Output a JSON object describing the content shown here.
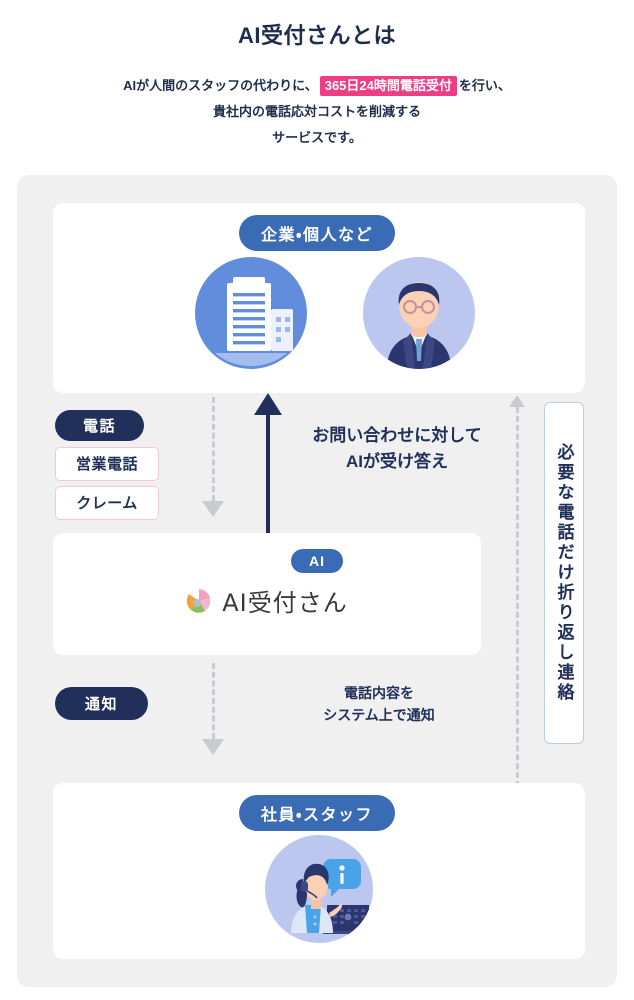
{
  "header": {
    "title": "AI受付さんとは",
    "lead_before": "AIが人間のスタッフの代わりに、",
    "lead_highlight": "365日24時間電話受付",
    "lead_after": "を行い、",
    "lead_line2": "貴社内の電話応対コストを削減する",
    "lead_line3": "サービスです。"
  },
  "diagram": {
    "top_card": {
      "badge": "企業・個人など",
      "icons": [
        "building-icon",
        "businessman-icon"
      ]
    },
    "phone_group": {
      "badge": "電話",
      "chips": [
        "営業電話",
        "クレーム"
      ]
    },
    "main_caption_line1": "お問い合わせに対して",
    "main_caption_line2": "AIが受け答え",
    "ai_card": {
      "badge": "AI",
      "logo_text": "AI受付さん",
      "logo_mark": "flower-logo-icon"
    },
    "notify_group": {
      "badge": "通知",
      "caption_line1": "電話内容を",
      "caption_line2": "システム上で通知"
    },
    "vertical_note": "必要な電話だけ折り返し連絡",
    "bottom_card": {
      "badge": "社員・スタッフ",
      "icon": "operator-headset-icon"
    }
  },
  "colors": {
    "highlight_pink": "#ef3d84",
    "badge_blue": "#3a6cb5",
    "badge_navy": "#20305a",
    "panel_gray": "#f0f0f0",
    "chip_border_pink": "#f5c6d8",
    "note_border_blue": "#b9cde8",
    "arrow_gray": "#c9cbd0"
  }
}
